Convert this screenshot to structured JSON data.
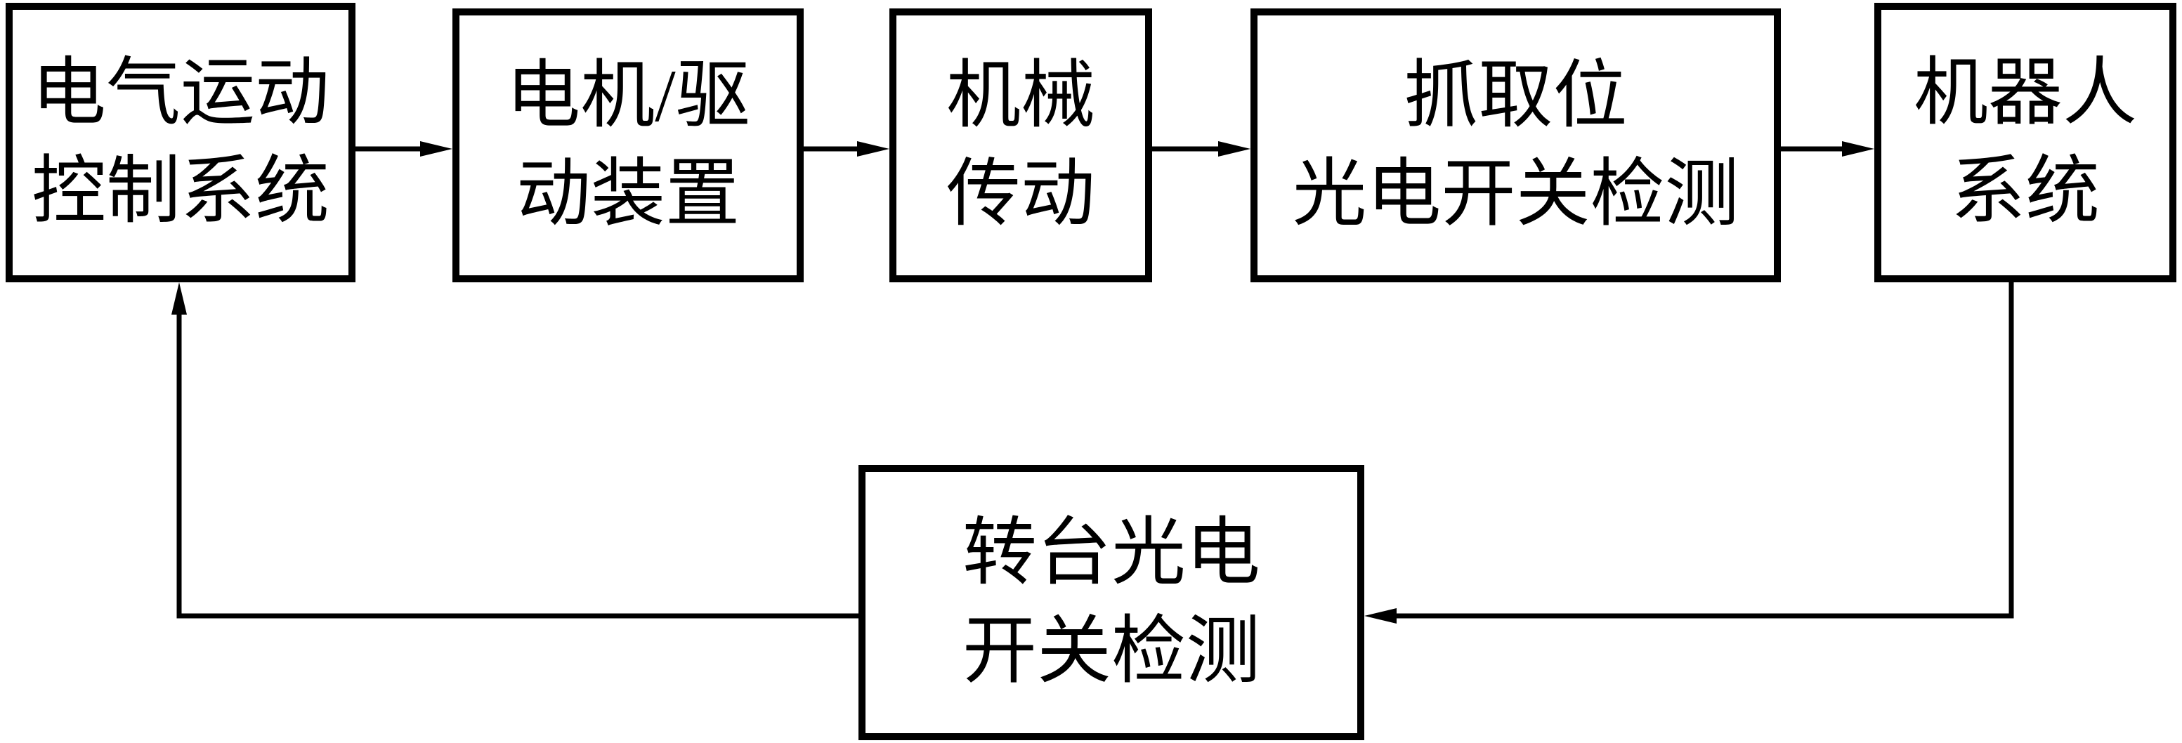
{
  "diagram": {
    "type": "block-flow-diagram",
    "background_color": "#ffffff",
    "line_color": "#000000",
    "boxes": [
      {
        "id": "electrical-motion-control-system",
        "lines": [
          "电气运动",
          "控制系统"
        ]
      },
      {
        "id": "motor-drive-unit",
        "lines": [
          "电机/驱",
          "动装置"
        ]
      },
      {
        "id": "mechanical-transmission",
        "lines": [
          "机械",
          "传动"
        ]
      },
      {
        "id": "grab-position-photoelectric-switch-detection",
        "lines": [
          "抓取位",
          "光电开关检测"
        ]
      },
      {
        "id": "robot-system",
        "lines": [
          "机器人",
          "系统"
        ]
      },
      {
        "id": "turntable-photoelectric-switch-detection",
        "lines": [
          "转台光电",
          "开关检测"
        ]
      }
    ],
    "connections": [
      {
        "from": "electrical-motion-control-system",
        "to": "motor-drive-unit"
      },
      {
        "from": "motor-drive-unit",
        "to": "mechanical-transmission"
      },
      {
        "from": "mechanical-transmission",
        "to": "grab-position-photoelectric-switch-detection"
      },
      {
        "from": "grab-position-photoelectric-switch-detection",
        "to": "robot-system"
      },
      {
        "from": "robot-system",
        "to": "turntable-photoelectric-switch-detection"
      },
      {
        "from": "turntable-photoelectric-switch-detection",
        "to": "electrical-motion-control-system"
      }
    ]
  }
}
